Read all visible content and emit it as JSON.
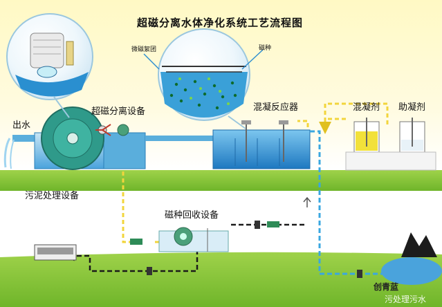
{
  "title": "超磁分离水体净化系统工艺流程图",
  "labels": {
    "micro_floc": "微磁絮团",
    "magnetic_seed": "磁种",
    "outlet": "出水",
    "super_magnetic_separation": "超磁分离设备",
    "coagulation_reactor": "混凝反应器",
    "coagulant": "混凝剂",
    "coagulant_aid": "助凝剂",
    "sludge_treatment": "污泥处理设备",
    "seed_recovery": "磁种回收设备"
  },
  "watermark": {
    "brand": "创青蓝",
    "sub": "污处理污水"
  },
  "colors": {
    "water": "#2f8fd0",
    "grass": "#8cc63f",
    "flow_yellow": "#f2d53c",
    "flow_blue": "#3aa7e0",
    "flow_black": "#1a1a1a"
  }
}
